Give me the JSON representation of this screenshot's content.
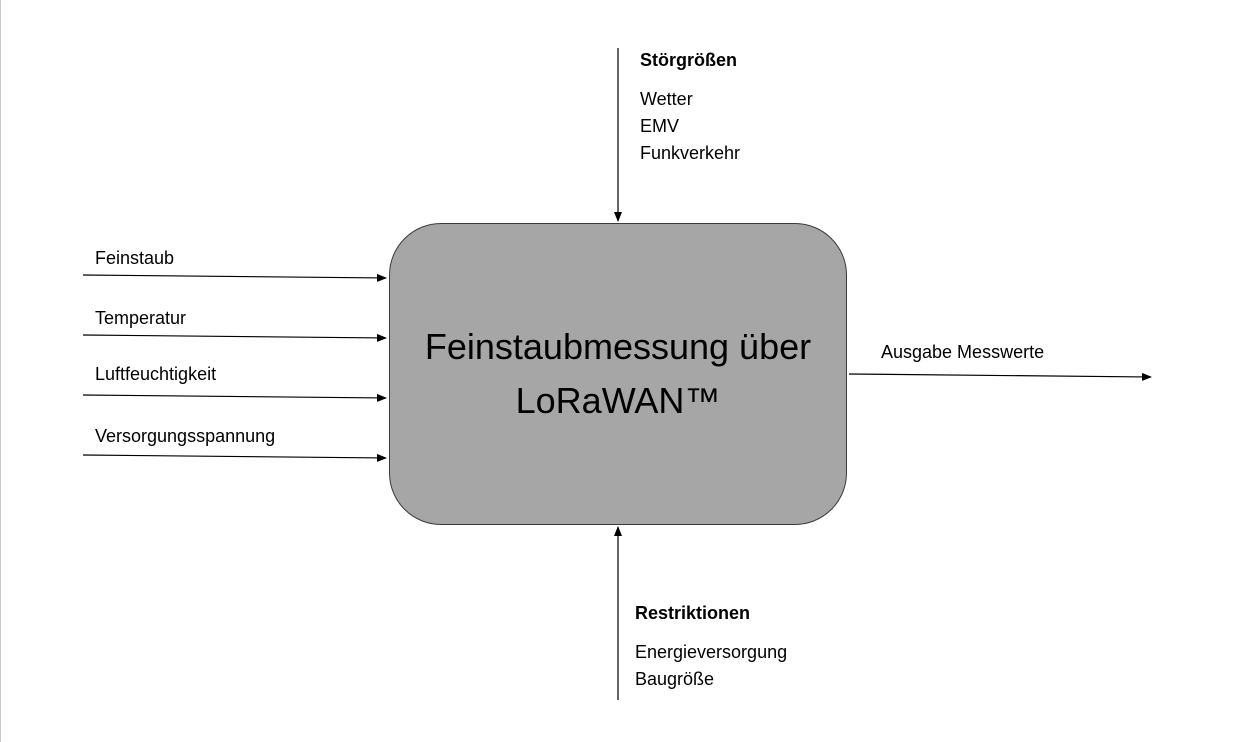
{
  "colors": {
    "box_fill": "#a6a6a6",
    "box_border": "#3a3a3a",
    "line": "#000000",
    "text": "#000000"
  },
  "process": {
    "line1": "Feinstaubmessung über",
    "line2": "LoRaWAN™"
  },
  "inputs": [
    {
      "label": "Feinstaub"
    },
    {
      "label": "Temperatur"
    },
    {
      "label": "Luftfeuchtigkeit"
    },
    {
      "label": "Versorgungsspannung"
    }
  ],
  "output": {
    "label": "Ausgabe Messwerte"
  },
  "disturbances": {
    "heading": "Störgrößen",
    "items": [
      "Wetter",
      "EMV",
      "Funkverkehr"
    ]
  },
  "restrictions": {
    "heading": "Restriktionen",
    "items": [
      "Energieversorgung",
      "Baugröße"
    ]
  }
}
